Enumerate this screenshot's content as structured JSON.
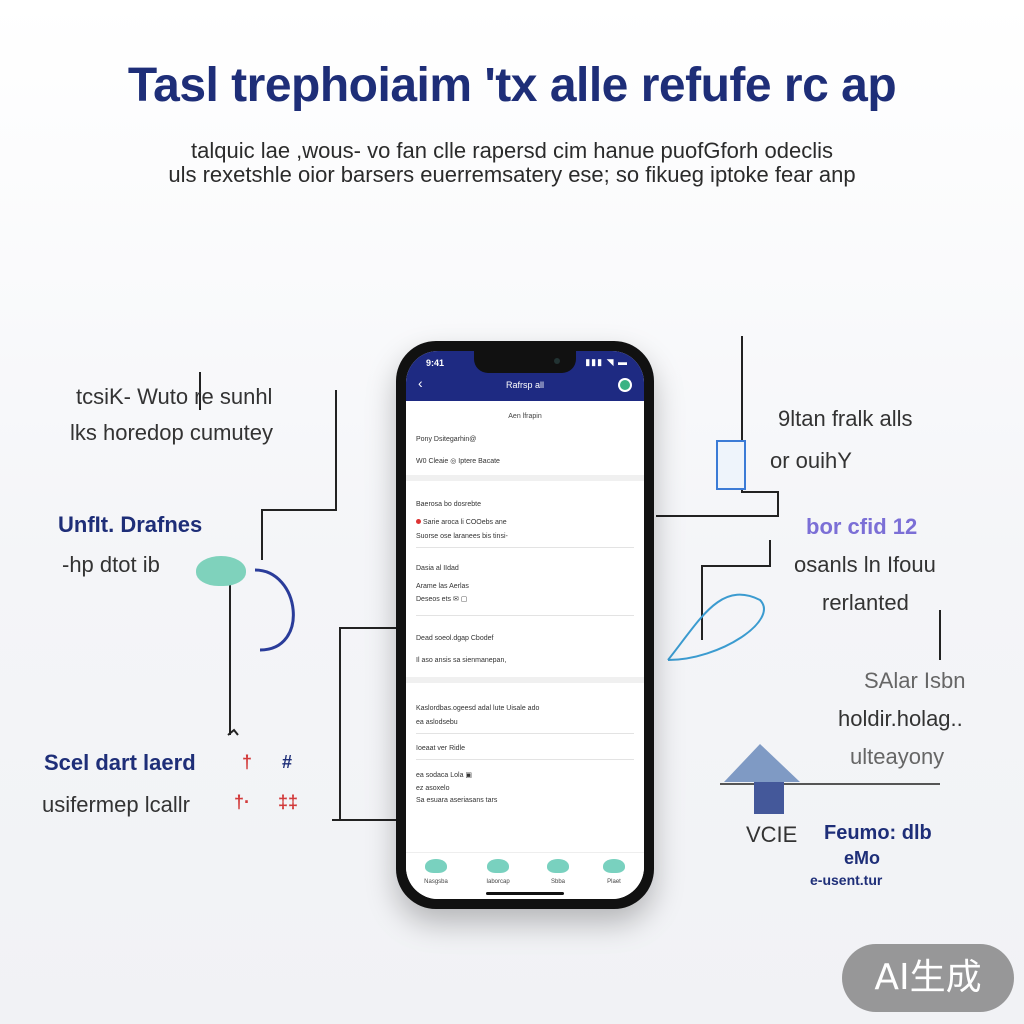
{
  "headline": "Tasl trephoiaim 'tx alle refufe rc ap",
  "subline_1": "talquic lae ,wous- vo fan clle rapersd cim hanue puofGforh odeclis",
  "subline_2": "uls rexetshle oior barsers euerremsatery ese; so fikueg iptoke fear anp",
  "callouts": {
    "left_1_line1": "tcsiK- Wuto  re sunhl",
    "left_1_line2": "lks horedop cumutey",
    "left_2_line1": "UnfIt. Drafnes",
    "left_2_line2": "-hp dtot ib",
    "left_3_line1": "Scel dart laerd",
    "left_3_line2": "usifermep lcallr",
    "left_3_mark1": "†",
    "left_3_mark2": "#",
    "left_3_mark3": "†·",
    "left_3_mark4": "‡‡",
    "right_1_line1": "9ltan fralk alls",
    "right_1_line2": "or ouihY",
    "right_2_line1": "bor cfid 12",
    "right_2_line2": "osanls ln Ifouu",
    "right_2_line3": "rerlanted",
    "right_3_line1": "SAlar Isbn",
    "right_3_line2": "holdir.holag..",
    "right_3_line3": "ulteayony",
    "right_4_line1": "VCIE",
    "right_4_line2": "Feumo: dlb",
    "right_4_line3": "eMo",
    "right_4_line4": "e-usent.tur"
  },
  "phone": {
    "status_time": "9:41",
    "status_icons": "▮▮▮ ◥ ▬",
    "app_title": "Rafrsp all",
    "section_1_head": "Aen lfrapin",
    "section_1_row1": "Pony Dsitegarhin@",
    "section_1_row2": "W0 Cleaie    ◎  Iptere Bacate",
    "section_2_head": "Baerosa bo dosrebte",
    "section_2_row1": "Sarie  aroca li  COOebs ane",
    "section_2_row2": "Suorse  ose laranees  bis tinsi-",
    "section_3_head": "Dasia al IIdad",
    "section_3_row1": "Arame las  Aerlas",
    "section_3_row2": "Deseos ets  ✉  ▢",
    "section_4_head": "Dead soeol.dgap Cbodef",
    "section_4_row1": "Il  aso ansis sa sienmanepan,",
    "section_5_head": "Kaslordbas.ogeesd  adal  lute  Uisale ado",
    "section_5_row1": "ea aslodsebu",
    "section_5_row2": "Ioeaat ver Ridle",
    "section_6_row1": "ea sodaca  Lola  ▣",
    "section_6_row2": "ez asoxelo",
    "section_6_row3": "Sa  esuara  aseriasans tars",
    "tabs": [
      "Nasgsba",
      "Iaborcap",
      "Sbba",
      "Plaet"
    ]
  },
  "watermark": "AI生成",
  "colors": {
    "brand": "#1e2a82",
    "accent_green": "#79d1bf",
    "purple": "#7b6fd6"
  }
}
